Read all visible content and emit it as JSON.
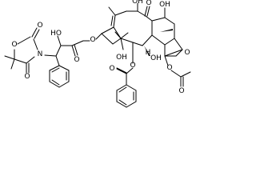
{
  "molecule": {
    "atom_labels": {
      "oh_c7": "OH",
      "oh_c9": "OH",
      "oh_c10": "OH",
      "oh_c1": "OH",
      "oh_c2prime": "HO",
      "o_ketone": "O",
      "o_c13_ester": "O",
      "o_c13_carbonyl": "O",
      "o_oxetane": "O",
      "o_c4_ester": "O",
      "o_c4_carbonyl": "O",
      "o_c2_ester": "O",
      "o_c2_carbonyl": "O",
      "o_oxazolidine_ring": "O",
      "o_oxazolidine_c2": "O",
      "o_oxazolidine_c4": "O",
      "n_oxazolidine": "N"
    },
    "stereo_labels": {
      "h_c2": "H"
    }
  }
}
